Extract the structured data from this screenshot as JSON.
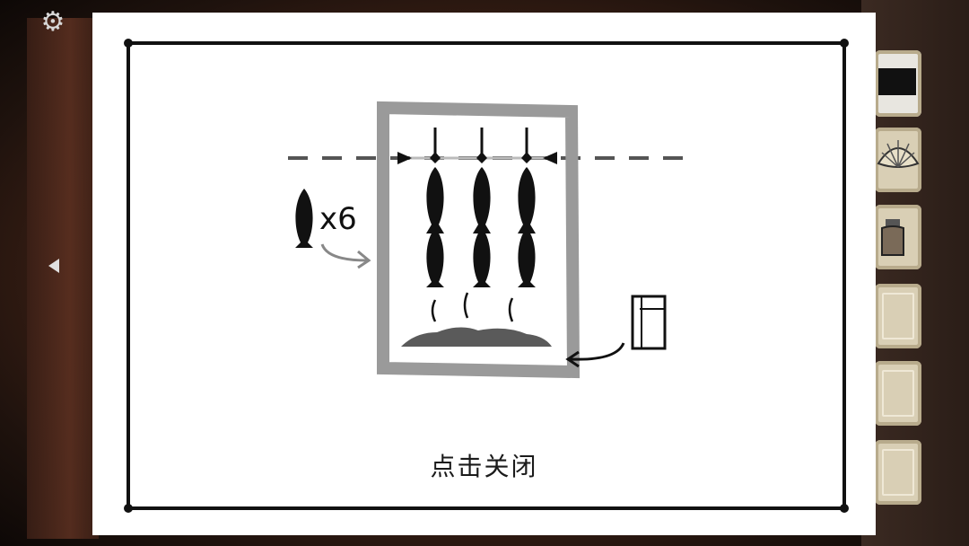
{
  "hud": {
    "settings_icon": "gear-icon",
    "nav_icon": "left-arrow-icon"
  },
  "inventory": {
    "items": [
      {
        "name": "screen-device",
        "icon": "tv-icon"
      },
      {
        "name": "shell",
        "icon": "shell-icon"
      },
      {
        "name": "jar",
        "icon": "jar-icon"
      },
      {
        "name": "empty-1",
        "icon": ""
      },
      {
        "name": "empty-2",
        "icon": ""
      },
      {
        "name": "empty-3",
        "icon": ""
      }
    ]
  },
  "hint_card": {
    "fish_count": "x6",
    "close_hint": "点击关闭"
  },
  "colors": {
    "smoker_frame": "#9a9a9a",
    "ink": "#111111",
    "ash": "#5a5a5a"
  }
}
